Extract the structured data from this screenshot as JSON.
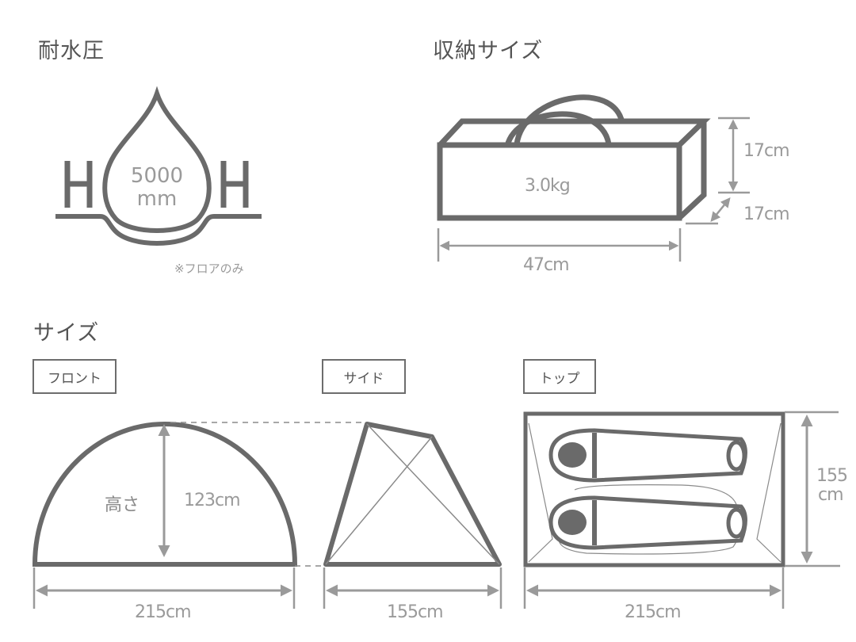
{
  "colors": {
    "stroke": "#6a6a6a",
    "dimension": "#9a9a9a",
    "heading": "#555555"
  },
  "water_resistance": {
    "heading": "耐水圧",
    "value": "5000",
    "unit": "mm",
    "note": "※フロアのみ",
    "icon": "water-drop-hydrostatic-icon"
  },
  "storage_size": {
    "heading": "収納サイズ",
    "weight": "3.0kg",
    "length": "47cm",
    "height": "17cm",
    "depth": "17cm",
    "icon": "carry-bag-icon"
  },
  "size": {
    "heading": "サイズ",
    "views": [
      {
        "tag": "フロント",
        "width": "215cm",
        "height_label": "高さ",
        "height": "123cm"
      },
      {
        "tag": "サイド",
        "width": "155cm"
      },
      {
        "tag": "トップ",
        "width": "215cm",
        "depth_value": "155",
        "depth_unit": "cm"
      }
    ]
  }
}
